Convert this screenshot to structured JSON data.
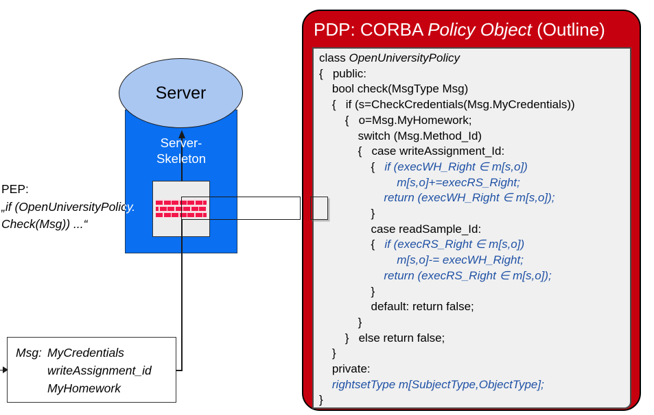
{
  "colors": {
    "pdp_red": "#c70010",
    "skeleton_blue": "#0a6ff0",
    "server_light_blue": "#aac7f2",
    "code_blue": "#1f51a5",
    "brick_red": "#f2164a",
    "panel_gray": "#f0f0f0"
  },
  "icons": {
    "firewall": "brick-pattern",
    "arrow_up": "triangle-up",
    "arrow_right": "triangle-right"
  },
  "server": {
    "label": "Server",
    "skeleton_line1": "Server-",
    "skeleton_line2": "Skeleton"
  },
  "pep": {
    "line1": "PEP:",
    "line2": "„if (OpenUniversityPolicy.",
    "line3": "Check(Msg)) ...“"
  },
  "msg_box": {
    "label": "Msg:",
    "items": [
      "MyCredentials",
      "writeAssignment_id",
      "MyHomework"
    ]
  },
  "pdp": {
    "title_segments": [
      {
        "t": "PDP: CORBA ",
        "c": "r"
      },
      {
        "t": "Policy Object",
        "c": "i"
      },
      {
        "t": " (Outline)",
        "c": "r"
      }
    ],
    "code_lines": [
      {
        "lead": 0,
        "seg": [
          {
            "t": "class ",
            "c": "r"
          },
          {
            "t": "OpenUniversityPolicy",
            "c": "i"
          }
        ]
      },
      {
        "lead": 0,
        "seg": [
          {
            "t": "{   public:",
            "c": "r"
          }
        ]
      },
      {
        "lead": 4,
        "seg": [
          {
            "t": "bool check(MsgType Msg)",
            "c": "r"
          }
        ]
      },
      {
        "lead": 4,
        "seg": [
          {
            "t": "{   if (s=CheckCredentials(Msg.MyCredentials))",
            "c": "r"
          }
        ]
      },
      {
        "lead": 8,
        "seg": [
          {
            "t": "{   o=Msg.MyHomework;",
            "c": "r"
          }
        ]
      },
      {
        "lead": 12,
        "seg": [
          {
            "t": "switch (Msg.Method_Id)",
            "c": "r"
          }
        ]
      },
      {
        "lead": 12,
        "seg": [
          {
            "t": "{   case writeAssignment_Id:",
            "c": "r"
          }
        ]
      },
      {
        "lead": 16,
        "seg": [
          {
            "t": "{   ",
            "c": "r"
          },
          {
            "t": "if (execWH_Right ∈ m[s,o])",
            "c": "b"
          }
        ]
      },
      {
        "lead": 24,
        "seg": [
          {
            "t": "m[s,o]+=execRS_Right;",
            "c": "b"
          }
        ]
      },
      {
        "lead": 20,
        "seg": [
          {
            "t": "return (execWH_Right ∈ m[s,o]);",
            "c": "b"
          }
        ]
      },
      {
        "lead": 16,
        "seg": [
          {
            "t": "}",
            "c": "r"
          }
        ]
      },
      {
        "lead": 16,
        "seg": [
          {
            "t": "case readSample_Id:",
            "c": "r"
          }
        ]
      },
      {
        "lead": 16,
        "seg": [
          {
            "t": "{   ",
            "c": "r"
          },
          {
            "t": "if (execRS_Right ∈ m[s,o])",
            "c": "b"
          }
        ]
      },
      {
        "lead": 24,
        "seg": [
          {
            "t": "m[s,o]-= execWH_Right;",
            "c": "b"
          }
        ]
      },
      {
        "lead": 20,
        "seg": [
          {
            "t": "return (execRS_Right ∈ m[s,o]);",
            "c": "b"
          }
        ]
      },
      {
        "lead": 16,
        "seg": [
          {
            "t": "}",
            "c": "r"
          }
        ]
      },
      {
        "lead": 16,
        "seg": [
          {
            "t": "default: return false;",
            "c": "r"
          }
        ]
      },
      {
        "lead": 12,
        "seg": [
          {
            "t": "}",
            "c": "r"
          }
        ]
      },
      {
        "lead": 8,
        "seg": [
          {
            "t": "}   else return false;",
            "c": "r"
          }
        ]
      },
      {
        "lead": 4,
        "seg": [
          {
            "t": "}",
            "c": "r"
          }
        ]
      },
      {
        "lead": 4,
        "seg": [
          {
            "t": "private:",
            "c": "r"
          }
        ]
      },
      {
        "lead": 4,
        "seg": [
          {
            "t": "rightsetType m[SubjectType,ObjectType];",
            "c": "b"
          }
        ]
      },
      {
        "lead": 0,
        "seg": [
          {
            "t": "}",
            "c": "r"
          }
        ]
      }
    ]
  }
}
